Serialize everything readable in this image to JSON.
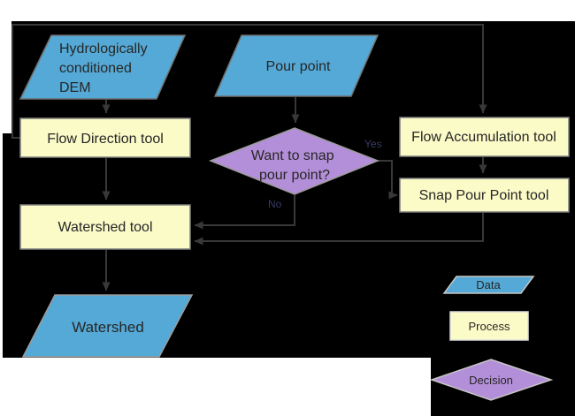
{
  "diagram": {
    "nodes": {
      "dem": {
        "type": "data",
        "lines": [
          "Hydrologically",
          "conditioned",
          "DEM"
        ]
      },
      "pour_point": {
        "type": "data",
        "label": "Pour point"
      },
      "flow_direction": {
        "type": "process",
        "label": "Flow Direction tool"
      },
      "flow_accumulation": {
        "type": "process",
        "label": "Flow Accumulation tool"
      },
      "snap_pour_point": {
        "type": "process",
        "label": "Snap Pour Point tool"
      },
      "watershed_tool": {
        "type": "process",
        "label": "Watershed tool"
      },
      "decision_snap": {
        "type": "decision",
        "lines": [
          "Want to snap",
          "pour point?"
        ]
      },
      "watershed": {
        "type": "data",
        "label": "Watershed"
      }
    },
    "edges": [
      {
        "from": "dem",
        "to": "flow_direction"
      },
      {
        "from": "pour_point",
        "to": "decision_snap"
      },
      {
        "from": "flow_direction",
        "to": "flow_accumulation"
      },
      {
        "from": "flow_direction",
        "to": "watershed_tool"
      },
      {
        "from": "flow_accumulation",
        "to": "snap_pour_point"
      },
      {
        "from": "decision_snap",
        "to": "snap_pour_point",
        "label": "Yes"
      },
      {
        "from": "decision_snap",
        "to": "watershed_tool",
        "label": "No"
      },
      {
        "from": "snap_pour_point",
        "to": "watershed_tool"
      },
      {
        "from": "watershed_tool",
        "to": "watershed"
      }
    ],
    "edge_labels": {
      "yes": "Yes",
      "no": "No"
    },
    "legend": {
      "data_label": "Data",
      "process_label": "Process",
      "decision_label": "Decision"
    },
    "colors": {
      "page": "#FFFFFF",
      "background": "#000000",
      "data_fill": "#55A9D6",
      "process_fill": "#FBFBC8",
      "decision_fill": "#B48FD9",
      "connector": "#383838",
      "node_text": "#262626",
      "edge_label_text": "#3A3A66"
    }
  }
}
